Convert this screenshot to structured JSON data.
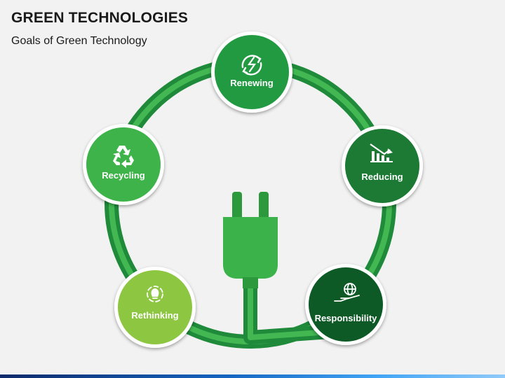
{
  "header": {
    "title": "GREEN TECHNOLOGIES",
    "subtitle": "Goals of Green Technology"
  },
  "nodes": [
    {
      "label": "Renewing",
      "icon": "renew-energy-icon",
      "color": "#239a43"
    },
    {
      "label": "Reducing",
      "icon": "reducing-chart-icon",
      "color": "#1a7a36"
    },
    {
      "label": "Responsibility",
      "icon": "globe-hand-icon",
      "color": "#0f5a26"
    },
    {
      "label": "Rethinking",
      "icon": "lightbulb-cycle-icon",
      "color": "#8dc63f"
    },
    {
      "label": "Recycling",
      "icon": "recycle-icon",
      "color": "#3cb34a"
    }
  ],
  "colors": {
    "ring_outer": "#1e8a3a",
    "ring_inner": "#3fb54e",
    "plug": "#3cb34a",
    "plug_dark": "#2c9a3c"
  }
}
